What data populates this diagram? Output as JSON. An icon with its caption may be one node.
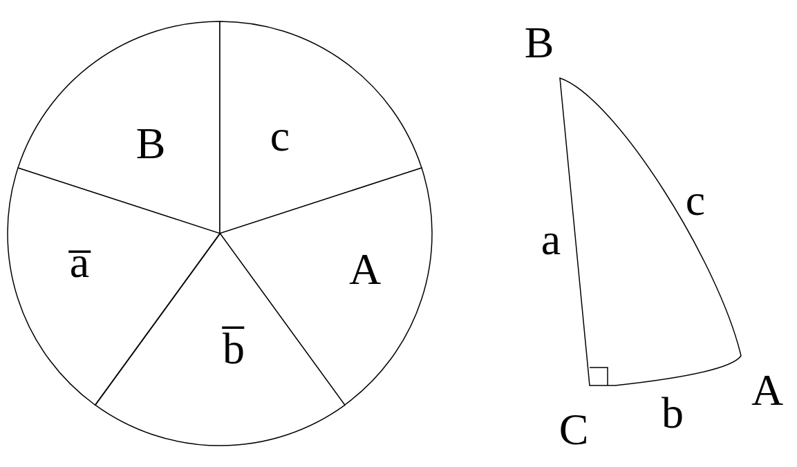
{
  "diagram": {
    "nodes": [
      {
        "text": [
          "B"
        ]
      },
      {
        "text": [
          "c"
        ]
      },
      {
        "text": [
          "A"
        ]
      },
      {
        "text": [
          "b̅"
        ]
      },
      {
        "text": [
          "a̅"
        ]
      }
    ],
    "edges": [],
    "labels": [
      "B",
      "c",
      "a",
      "A",
      "b",
      "C"
    ]
  }
}
